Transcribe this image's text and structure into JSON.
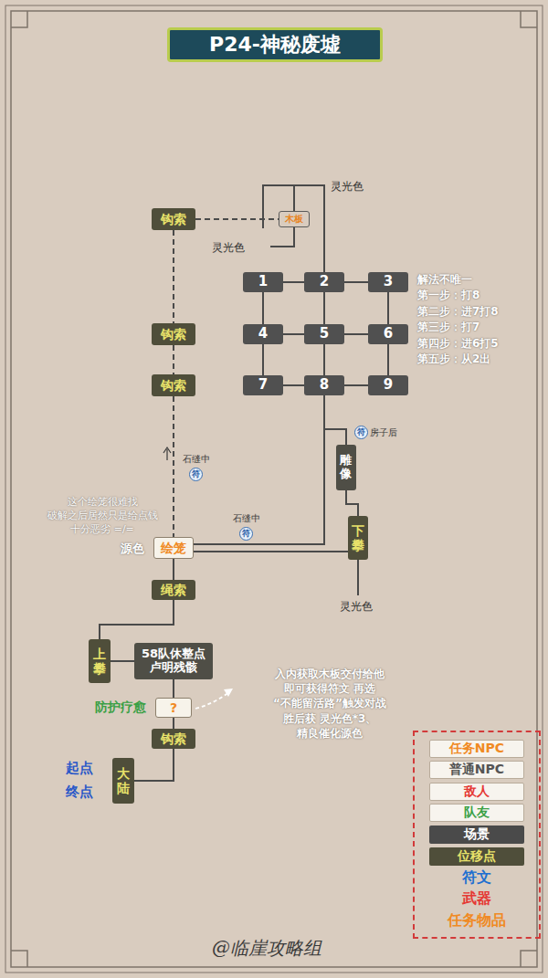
{
  "diagram": {
    "title": "P24-神秘废墟",
    "nodes": [
      {
        "text": [
          "钩索"
        ]
      },
      {
        "text": [
          "木板"
        ]
      },
      {
        "text": [
          "1"
        ]
      },
      {
        "text": [
          "2"
        ]
      },
      {
        "text": [
          "3"
        ]
      },
      {
        "text": [
          "4"
        ]
      },
      {
        "text": [
          "5"
        ]
      },
      {
        "text": [
          "6"
        ]
      },
      {
        "text": [
          "7"
        ]
      },
      {
        "text": [
          "8"
        ]
      },
      {
        "text": [
          "9"
        ]
      },
      {
        "text": [
          "钩索"
        ]
      },
      {
        "text": [
          "钩索"
        ]
      },
      {
        "text": [
          "雕像"
        ]
      },
      {
        "text": [
          "下攀"
        ]
      },
      {
        "text": [
          "绘笼"
        ]
      },
      {
        "text": [
          "绳索"
        ]
      },
      {
        "text": [
          "上攀"
        ]
      },
      {
        "text": [
          "58队休整点 卢明残骸"
        ]
      },
      {
        "text": [
          "?"
        ]
      },
      {
        "text": [
          "钩索"
        ]
      },
      {
        "text": [
          "大陆"
        ]
      }
    ],
    "edges": [
      {
        "from": 0,
        "to": 1,
        "arrow": "none"
      },
      {
        "from": 1,
        "to": 3,
        "arrow": "none"
      },
      {
        "from": 2,
        "to": 3,
        "arrow": "none"
      },
      {
        "from": 3,
        "to": 4,
        "arrow": "none"
      },
      {
        "from": 5,
        "to": 6,
        "arrow": "none"
      },
      {
        "from": 6,
        "to": 7,
        "arrow": "none"
      },
      {
        "from": 8,
        "to": 9,
        "arrow": "none"
      },
      {
        "from": 9,
        "to": 10,
        "arrow": "none"
      },
      {
        "from": 2,
        "to": 5,
        "arrow": "none"
      },
      {
        "from": 5,
        "to": 8,
        "arrow": "none"
      },
      {
        "from": 3,
        "to": 6,
        "arrow": "none"
      },
      {
        "from": 6,
        "to": 9,
        "arrow": "none"
      },
      {
        "from": 4,
        "to": 7,
        "arrow": "none"
      },
      {
        "from": 7,
        "to": 10,
        "arrow": "none"
      },
      {
        "from": 0,
        "to": 11,
        "arrow": "none"
      },
      {
        "from": 11,
        "to": 12,
        "arrow": "none"
      },
      {
        "from": 12,
        "to": 15,
        "arrow": "none"
      },
      {
        "from": 9,
        "to": 13,
        "arrow": "none"
      },
      {
        "from": 13,
        "to": 14,
        "arrow": "none"
      },
      {
        "from": 9,
        "to": 15,
        "arrow": "none"
      },
      {
        "from": 14,
        "to": 15,
        "arrow": "none"
      },
      {
        "from": 15,
        "to": 16,
        "arrow": "none"
      },
      {
        "from": 16,
        "to": 17,
        "arrow": "none"
      },
      {
        "from": 17,
        "to": 18,
        "arrow": "none"
      },
      {
        "from": 18,
        "to": 19,
        "arrow": "none"
      },
      {
        "from": 19,
        "to": 20,
        "arrow": "none"
      },
      {
        "from": 20,
        "to": 21,
        "arrow": "none"
      }
    ],
    "labels": [
      "灵光色",
      "灵光色",
      "解法不唯一 第一步：打8 第二步：进7打8 第三步：打7 第四步：进6打5 第五步：从2出",
      "符",
      "房子后",
      "石缝中",
      "符",
      "石缝中",
      "符",
      "这个绘笼很难找 破解之后居然只是给点钱 十分恶劣 =/=",
      "源色",
      "灵光色",
      "防护疗愈",
      "入内获取木板交付给他 即可获得符文 再选“不能留活路”触发对战 胜后获 灵光色*3、精良催化源色",
      "起点",
      "终点",
      "@临崖攻略组"
    ],
    "legend": [
      {
        "text": "任务NPC",
        "color": "#f08a24"
      },
      {
        "text": "普通NPC",
        "color": "#555555"
      },
      {
        "text": "敌人",
        "color": "#e53935"
      },
      {
        "text": "队友",
        "color": "#3aa045"
      },
      {
        "text": "场景",
        "color": "#4a4a4a"
      },
      {
        "text": "位移点",
        "color": "#4f4e3a"
      },
      {
        "text": "符文",
        "color": "#1e6fd0"
      },
      {
        "text": "武器",
        "color": "#e53935"
      },
      {
        "text": "任务物品",
        "color": "#f08a24"
      }
    ]
  }
}
